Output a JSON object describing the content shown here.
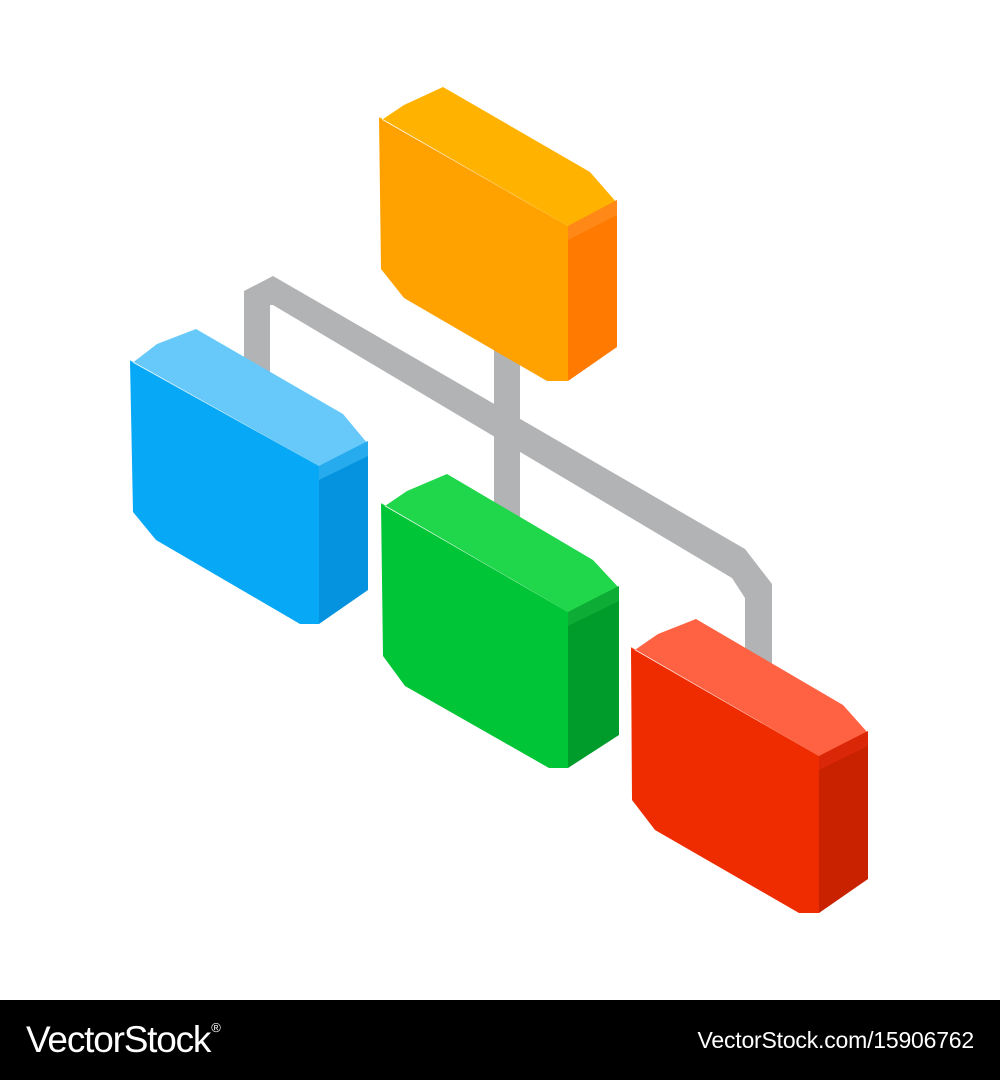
{
  "diagram": {
    "subject": "hierarchy-network-icon",
    "connector_color": "#b1b3b4",
    "nodes": [
      {
        "role": "parent",
        "top": "#ffb300",
        "front": "#ffa200",
        "side": "#ff7a00",
        "shade": "#ff8f1f"
      },
      {
        "role": "child-left",
        "top": "#66c9f9",
        "front": "#07a8f5",
        "side": "#0593e0",
        "shade": "#33b5f3"
      },
      {
        "role": "child-middle",
        "top": "#20d64a",
        "front": "#00c536",
        "side": "#009c2b",
        "shade": "#12b43a"
      },
      {
        "role": "child-right",
        "top": "#ff6243",
        "front": "#ef2c00",
        "side": "#c92200",
        "shade": "#e0290b"
      }
    ]
  },
  "watermark": {
    "brand": "VectorStock",
    "brand_mark": "®",
    "reference": "VectorStock.com/15906762"
  }
}
